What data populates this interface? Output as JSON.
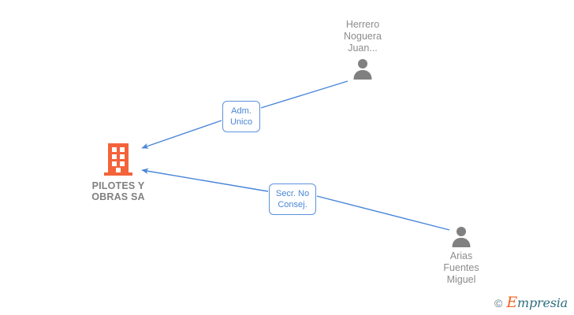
{
  "diagram": {
    "type": "org-relationship-graph",
    "background": "#ffffff",
    "edge_color": "#4a86d8",
    "company": {
      "name": "PILOTES Y\nOBRAS SA",
      "icon": "building-icon",
      "icon_color": "#f4633a",
      "label_color": "#808080"
    },
    "people": [
      {
        "id": "herrero",
        "name": "Herrero\nNoguera\nJuan...",
        "icon": "person-icon",
        "icon_color": "#808080",
        "label_position": "top"
      },
      {
        "id": "arias",
        "name": "Arias\nFuentes\nMiguel",
        "icon": "person-icon",
        "icon_color": "#808080",
        "label_position": "bottom"
      }
    ],
    "relations": [
      {
        "id": "adm-unico",
        "label": "Adm.\nUnico",
        "from": "herrero",
        "to": "company",
        "border_color": "#5b92de",
        "text_color": "#4a86d8"
      },
      {
        "id": "secr-no-consej",
        "label": "Secr.  No\nConsej.",
        "from": "arias",
        "to": "company",
        "border_color": "#5b92de",
        "text_color": "#4a86d8"
      }
    ]
  },
  "watermark": {
    "copyright": "©",
    "brand_initial": "E",
    "brand_rest": "mpresia",
    "initial_color": "#f26522",
    "text_color": "#2f6f80"
  }
}
